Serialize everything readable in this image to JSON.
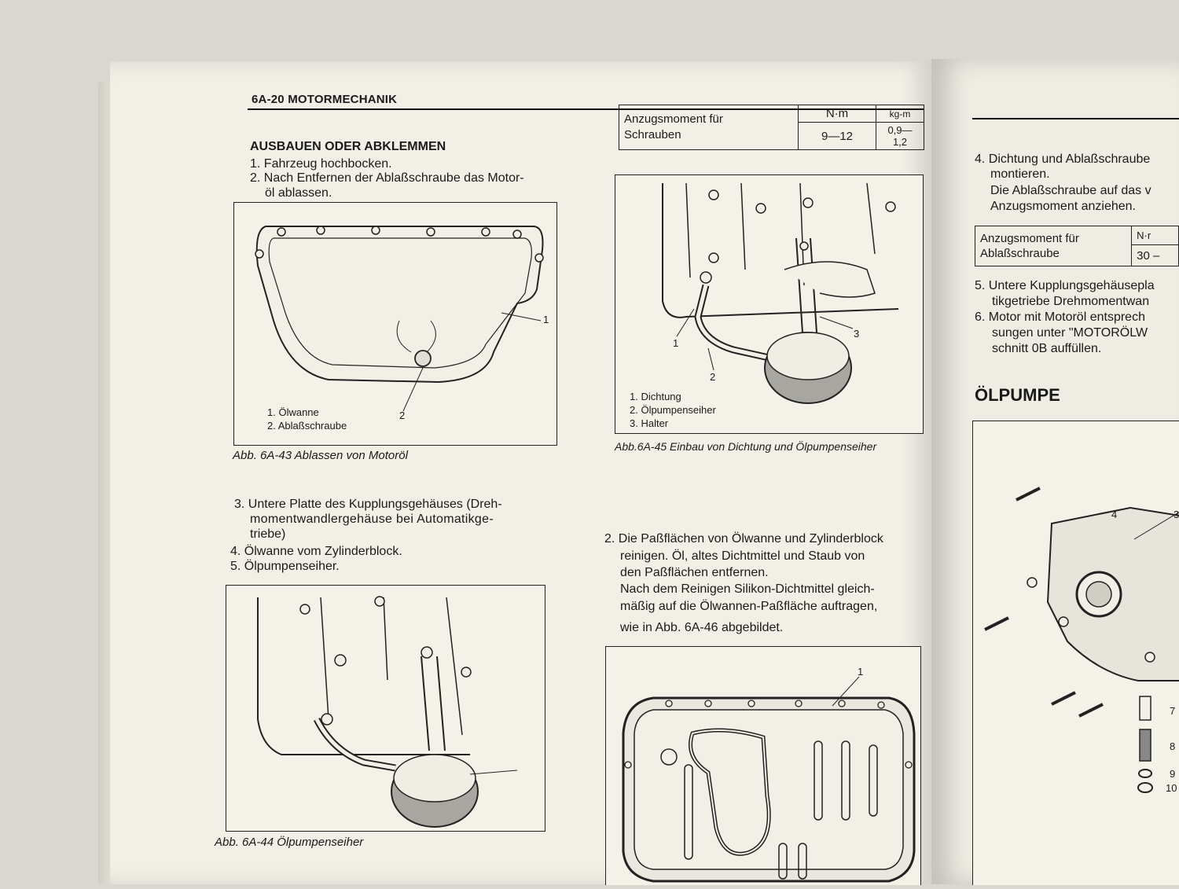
{
  "header": {
    "title": "6A-20 MOTORMECHANIK"
  },
  "left": {
    "section_title": "AUSBAUEN ODER ABKLEMMEN",
    "steps_a": [
      "1. Fahrzeug hochbocken.",
      "2. Nach Entfernen der Ablaßschraube das Motor-",
      "öl ablassen."
    ],
    "fig43": {
      "callouts": [
        "1",
        "2"
      ],
      "legend": [
        "1. Ölwanne",
        "2. Ablaßschraube"
      ],
      "caption": "Abb. 6A-43 Ablassen von Motoröl"
    },
    "steps_b": [
      "3. Untere Platte des Kupplungsgehäuses (Dreh-",
      "momentwandlergehäuse bei Automatikge-",
      "triebe)",
      "4. Ölwanne vom Zylinderblock.",
      "5. Ölpumpenseiher."
    ],
    "fig44": {
      "caption": "Abb. 6A-44 Ölpumpenseiher"
    }
  },
  "middle": {
    "torque_table": {
      "label_line1": "Anzugsmoment für",
      "label_line2": "Schrauben",
      "unit1": "N·m",
      "unit2": "kg-m",
      "value1": "9—12",
      "value2": "0,9—1,2"
    },
    "fig45": {
      "callouts": [
        "1",
        "2",
        "3"
      ],
      "legend": [
        "1. Dichtung",
        "2. Ölpumpenseiher",
        "3. Halter"
      ],
      "caption": "Abb.6A-45 Einbau von Dichtung und Ölpumpenseiher"
    },
    "step2": [
      "2. Die Paßflächen von Ölwanne und Zylinderblock",
      "reinigen. Öl, altes Dichtmittel und Staub von",
      "den Paßflächen entfernen.",
      "Nach dem Reinigen Silikon-Dichtmittel gleich-",
      "mäßig auf die Ölwannen-Paßfläche auftragen,",
      "wie in Abb. 6A-46 abgebildet."
    ],
    "fig46": {
      "callouts": [
        "1"
      ]
    }
  },
  "right": {
    "step4": [
      "4. Dichtung und Ablaßschraube",
      "montieren.",
      "Die Ablaßschraube auf das v",
      "Anzugsmoment anziehen."
    ],
    "torque_table": {
      "label_line1": "Anzugsmoment für",
      "label_line2": "Ablaßschraube",
      "unit": "N·r",
      "value": "30 –"
    },
    "steps_56": [
      "5. Untere Kupplungsgehäusepla",
      "tikgetriebe Drehmomentwan",
      "6. Motor mit Motoröl entsprech",
      "sungen unter \"MOTORÖLW",
      "schnitt 0B auffüllen."
    ],
    "section_title": "ÖLPUMPE",
    "callouts": [
      "4",
      "3",
      "7",
      "8",
      "9",
      "10"
    ]
  }
}
